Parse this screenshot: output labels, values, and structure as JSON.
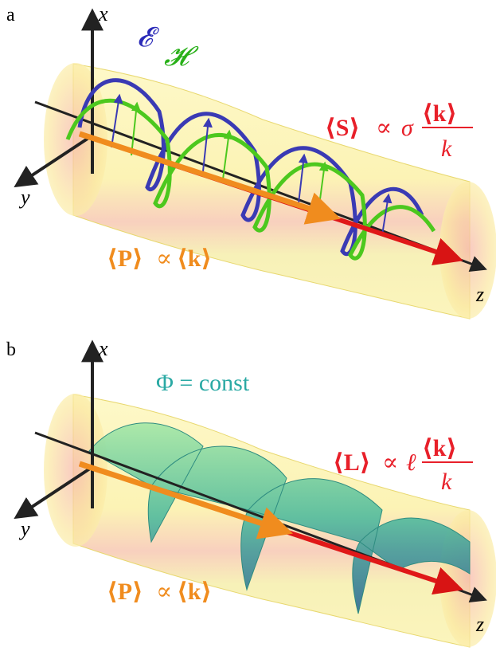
{
  "panel_a": {
    "label": "a",
    "axis_x": "x",
    "axis_y": "y",
    "axis_z": "z",
    "field_E": "𝓔",
    "field_H": "𝓗",
    "spin_eq": {
      "lhs": "⟨S⟩",
      "prop": "∝",
      "coef": "σ",
      "num": "⟨k⟩",
      "den": "k"
    },
    "momentum_eq": {
      "lhs": "⟨P⟩",
      "prop": "∝",
      "rhs": "⟨k⟩"
    }
  },
  "panel_b": {
    "label": "b",
    "axis_x": "x",
    "axis_y": "y",
    "axis_z": "z",
    "phase_label": "Φ = const",
    "orbital_eq": {
      "lhs": "⟨L⟩",
      "prop": "∝",
      "coef": "ℓ",
      "num": "⟨k⟩",
      "den": "k"
    },
    "momentum_eq": {
      "lhs": "⟨P⟩",
      "prop": "∝",
      "rhs": "⟨k⟩"
    }
  },
  "colors": {
    "beam_fill": "#fbf3a8",
    "beam_pink": "#f6b0b0",
    "E_field": "#3a3ab4",
    "H_field": "#4cc81e",
    "S_arrow": "#e01818",
    "P_arrow": "#f08c1e",
    "phase_surface": "#3fc79a"
  }
}
